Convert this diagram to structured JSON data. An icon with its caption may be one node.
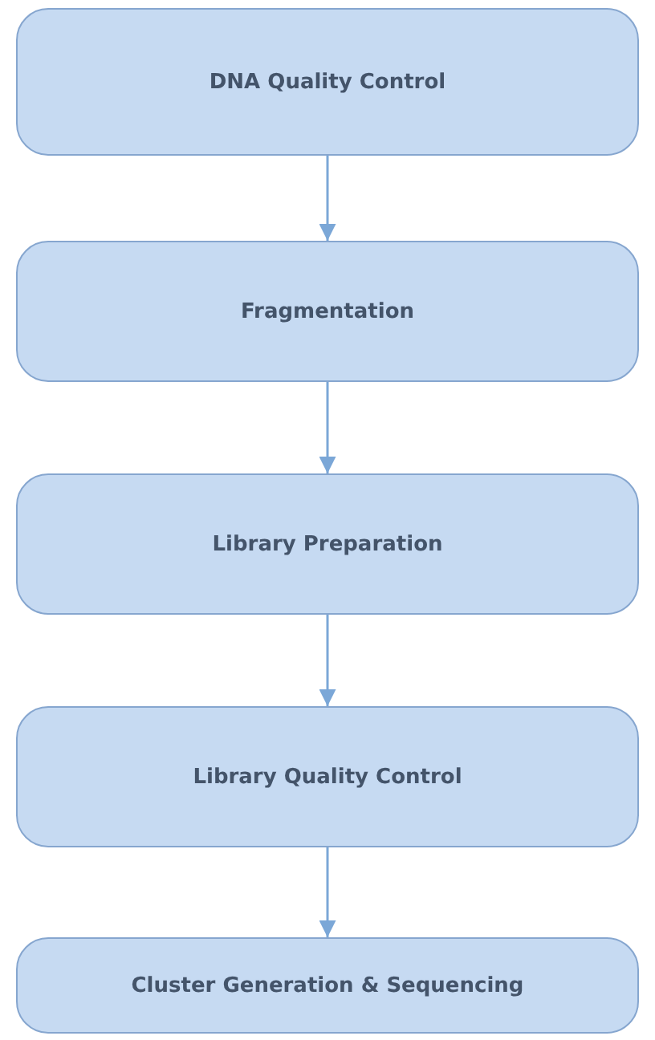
{
  "diagram": {
    "nodes": [
      {
        "text": [
          "DNA Quality Control"
        ]
      },
      {
        "text": [
          "Fragmentation"
        ]
      },
      {
        "text": [
          "Library Preparation"
        ]
      },
      {
        "text": [
          "Library Quality Control"
        ]
      },
      {
        "text": [
          "Cluster Generation & Sequencing"
        ]
      }
    ],
    "edges": [
      {
        "from": 0,
        "to": 1,
        "arrow": "to"
      },
      {
        "from": 1,
        "to": 2,
        "arrow": "to"
      },
      {
        "from": 2,
        "to": 3,
        "arrow": "to"
      },
      {
        "from": 3,
        "to": 4,
        "arrow": "to"
      }
    ]
  }
}
